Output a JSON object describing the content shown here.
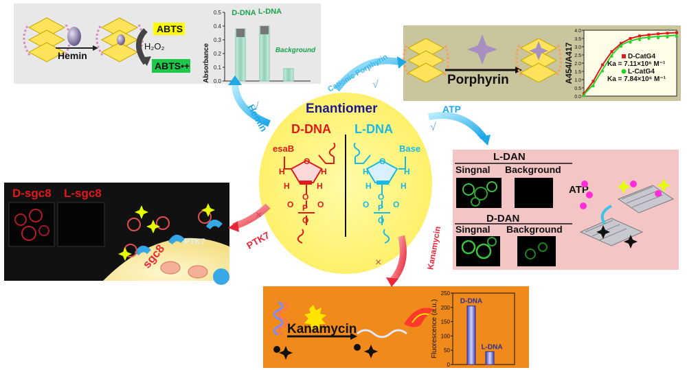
{
  "center": {
    "title": "Enantiomer",
    "d_dna": "D-DNA",
    "l_dna": "L-DNA",
    "esaB": "esaB",
    "base": "Base",
    "H": "H",
    "O": "O",
    "P": "P"
  },
  "arrows": {
    "hemin": "Hemin",
    "cationic_porphyrin": "Cationic Porphyrin",
    "atp": "ATP",
    "ptk7": "PTK7",
    "kanamycin": "Kanamycin",
    "check": "√",
    "cross": "×"
  },
  "hemin_panel": {
    "hemin_label": "Hemin",
    "abts": "ABTS",
    "h2o2": "H₂O₂",
    "abts_radical": "ABTS•+",
    "ylabel": "Absorbance",
    "ticks": [
      "0.0",
      "0.1",
      "0.2",
      "0.3",
      "0.4",
      "0.5"
    ],
    "bar_labels": [
      "D-DNA",
      "L-DNA",
      "Background"
    ],
    "bar_label_color": "#1aa34a"
  },
  "porphyrin_panel": {
    "label": "Porphyrin",
    "ylabel": "A454/A417",
    "ticks": [
      "0.0",
      "0.5",
      "1.0",
      "1.5",
      "2.0",
      "2.5",
      "3.0",
      "3.5",
      "4.0"
    ],
    "legend": [
      {
        "name": "D-CatG4",
        "ka": "Ka = 7.11×10⁶ M⁻¹",
        "color": "#e01a1a"
      },
      {
        "name": "L-CatG4",
        "ka": "Ka = 7.84×10⁶ M⁻¹",
        "color": "#2bd12b"
      }
    ]
  },
  "atp_panel": {
    "l_dan": "L-DAN",
    "d_dan": "D-DAN",
    "signal": "Singnal",
    "background": "Background",
    "atp": "ATP"
  },
  "sgc8_panel": {
    "d_sgc8": "D-sgc8",
    "l_sgc8": "L-sgc8",
    "sgc8": "sgc8",
    "ptk7": "PTK7"
  },
  "kanamycin_panel": {
    "label": "Kanamycin",
    "ylabel": "Fluorescence (a.u.)",
    "ticks": [
      "0",
      "50",
      "100",
      "150",
      "200",
      "250"
    ],
    "bar_labels": [
      "D-DNA",
      "L-DNA"
    ]
  },
  "chart_data": [
    {
      "type": "bar",
      "categories": [
        "D-DNA",
        "L-DNA",
        "Background"
      ],
      "values": [
        0.38,
        0.4,
        0.09
      ],
      "xlabel": "",
      "ylabel": "Absorbance",
      "ylim": [
        0,
        0.5
      ]
    },
    {
      "type": "line",
      "ylabel": "A454/A417",
      "ylim": [
        0,
        4.0
      ],
      "series": [
        {
          "name": "D-CatG4",
          "x": [
            0,
            1,
            2,
            3,
            4,
            5,
            6,
            7,
            8,
            9,
            10
          ],
          "values": [
            0.15,
            0.9,
            1.9,
            2.7,
            3.2,
            3.5,
            3.65,
            3.72,
            3.78,
            3.82,
            3.85
          ]
        },
        {
          "name": "L-CatG4",
          "x": [
            0,
            1,
            2,
            3,
            4,
            5,
            6,
            7,
            8,
            9,
            10
          ],
          "values": [
            0.1,
            0.7,
            1.6,
            2.5,
            3.1,
            3.35,
            3.5,
            3.58,
            3.62,
            3.66,
            3.7
          ]
        }
      ]
    },
    {
      "type": "bar",
      "categories": [
        "D-DNA",
        "L-DNA"
      ],
      "values": [
        205,
        45
      ],
      "xlabel": "",
      "ylabel": "Fluorescence (a.u.)",
      "ylim": [
        0,
        250
      ]
    }
  ]
}
